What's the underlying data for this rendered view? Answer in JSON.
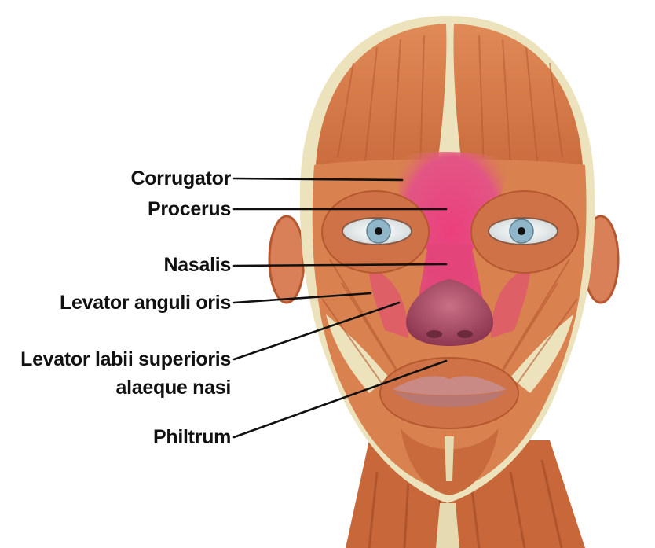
{
  "labels": {
    "corrugator": "Corrugator",
    "procerus": "Procerus",
    "nasalis": "Nasalis",
    "levator_anguli_oris": "Levator anguli oris",
    "levator_labii_line1": "Levator labii superioris",
    "levator_labii_line2": "alaeque nasi",
    "philtrum": "Philtrum"
  },
  "colors": {
    "muscle": "#d9814f",
    "muscle_dark": "#b5582f",
    "highlight": "#e2457a",
    "bone": "#ece3bd",
    "nose": "#b14f6a",
    "lips": "#c98a86",
    "iris": "#8fb6c9",
    "leader": "#111111"
  }
}
